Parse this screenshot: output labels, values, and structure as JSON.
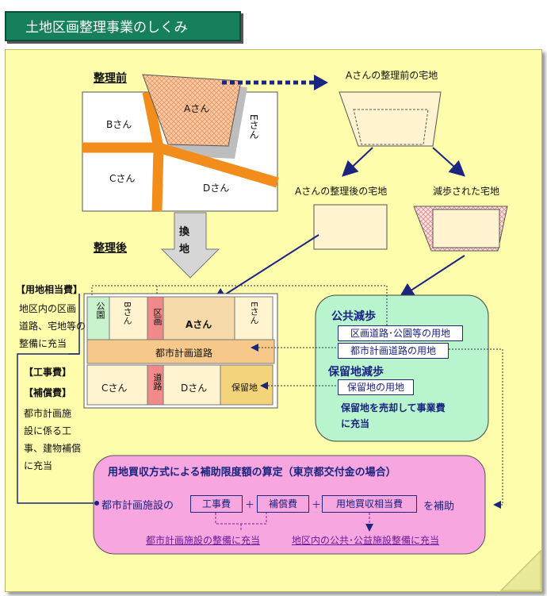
{
  "title": "土地区画整理事業のしくみ",
  "before": {
    "header": "整理前",
    "a": "Aさん",
    "b": "Bさん",
    "c": "Cさん",
    "d": "Dさん",
    "e": "Eさん"
  },
  "arrow_label": [
    "換",
    "地"
  ],
  "after": {
    "header": "整理後",
    "park": "公園",
    "b": "Bさん",
    "kukaku": "区画",
    "a": "Aさん",
    "e": "Eさん",
    "city_road": "都市計画道路",
    "c": "Cさん",
    "road": "道路",
    "d": "Dさん",
    "reserve": "保留地"
  },
  "lot_before_title": "Aさんの整理前の宅地",
  "lot_after_title": "Aさんの整理後の宅地",
  "lot_reduced_title": "減歩された宅地",
  "left_notes": {
    "land_header": "【用地相当費】",
    "land_text": [
      "地区内の区画",
      "道路、宅地等の",
      "整備に充当"
    ],
    "work_header": "【工事費】",
    "comp_header": "【補償費】",
    "work_text": [
      "都市計画施",
      "設に係る工",
      "事、建物補償",
      "に充当"
    ]
  },
  "green_panel": {
    "public_title": "公共減歩",
    "item1": "区画道路･公園等の用地",
    "item2": "都市計画道路の用地",
    "reserve_title": "保留地減歩",
    "item3": "保留地の用地",
    "note": [
      "保留地を売却して事業費",
      "に充当"
    ]
  },
  "pink_panel": {
    "title": "用地買収方式による補助限度額の算定（東京都交付金の場合）",
    "facility": "都市計画施設の",
    "work": "工事費",
    "comp": "補償費",
    "land": "用地買収相当費",
    "plus": "＋",
    "subsidy": "を補助",
    "note_left": "都市計画施設の整備に充当",
    "note_right": "地区内の公共･公益施設整備に充当"
  },
  "colors": {
    "title_bg": "#16805c",
    "paper": "#fdfdac",
    "road": "#f28c1b",
    "green_panel": "#b8f5cf",
    "pink_panel": "#f7a6df",
    "lot_fill": "#fff3d0",
    "lot_a": "#f6c49a",
    "kukaku": "#f08a8a",
    "reserve": "#f3d47a",
    "arrow": "#1b2580"
  }
}
